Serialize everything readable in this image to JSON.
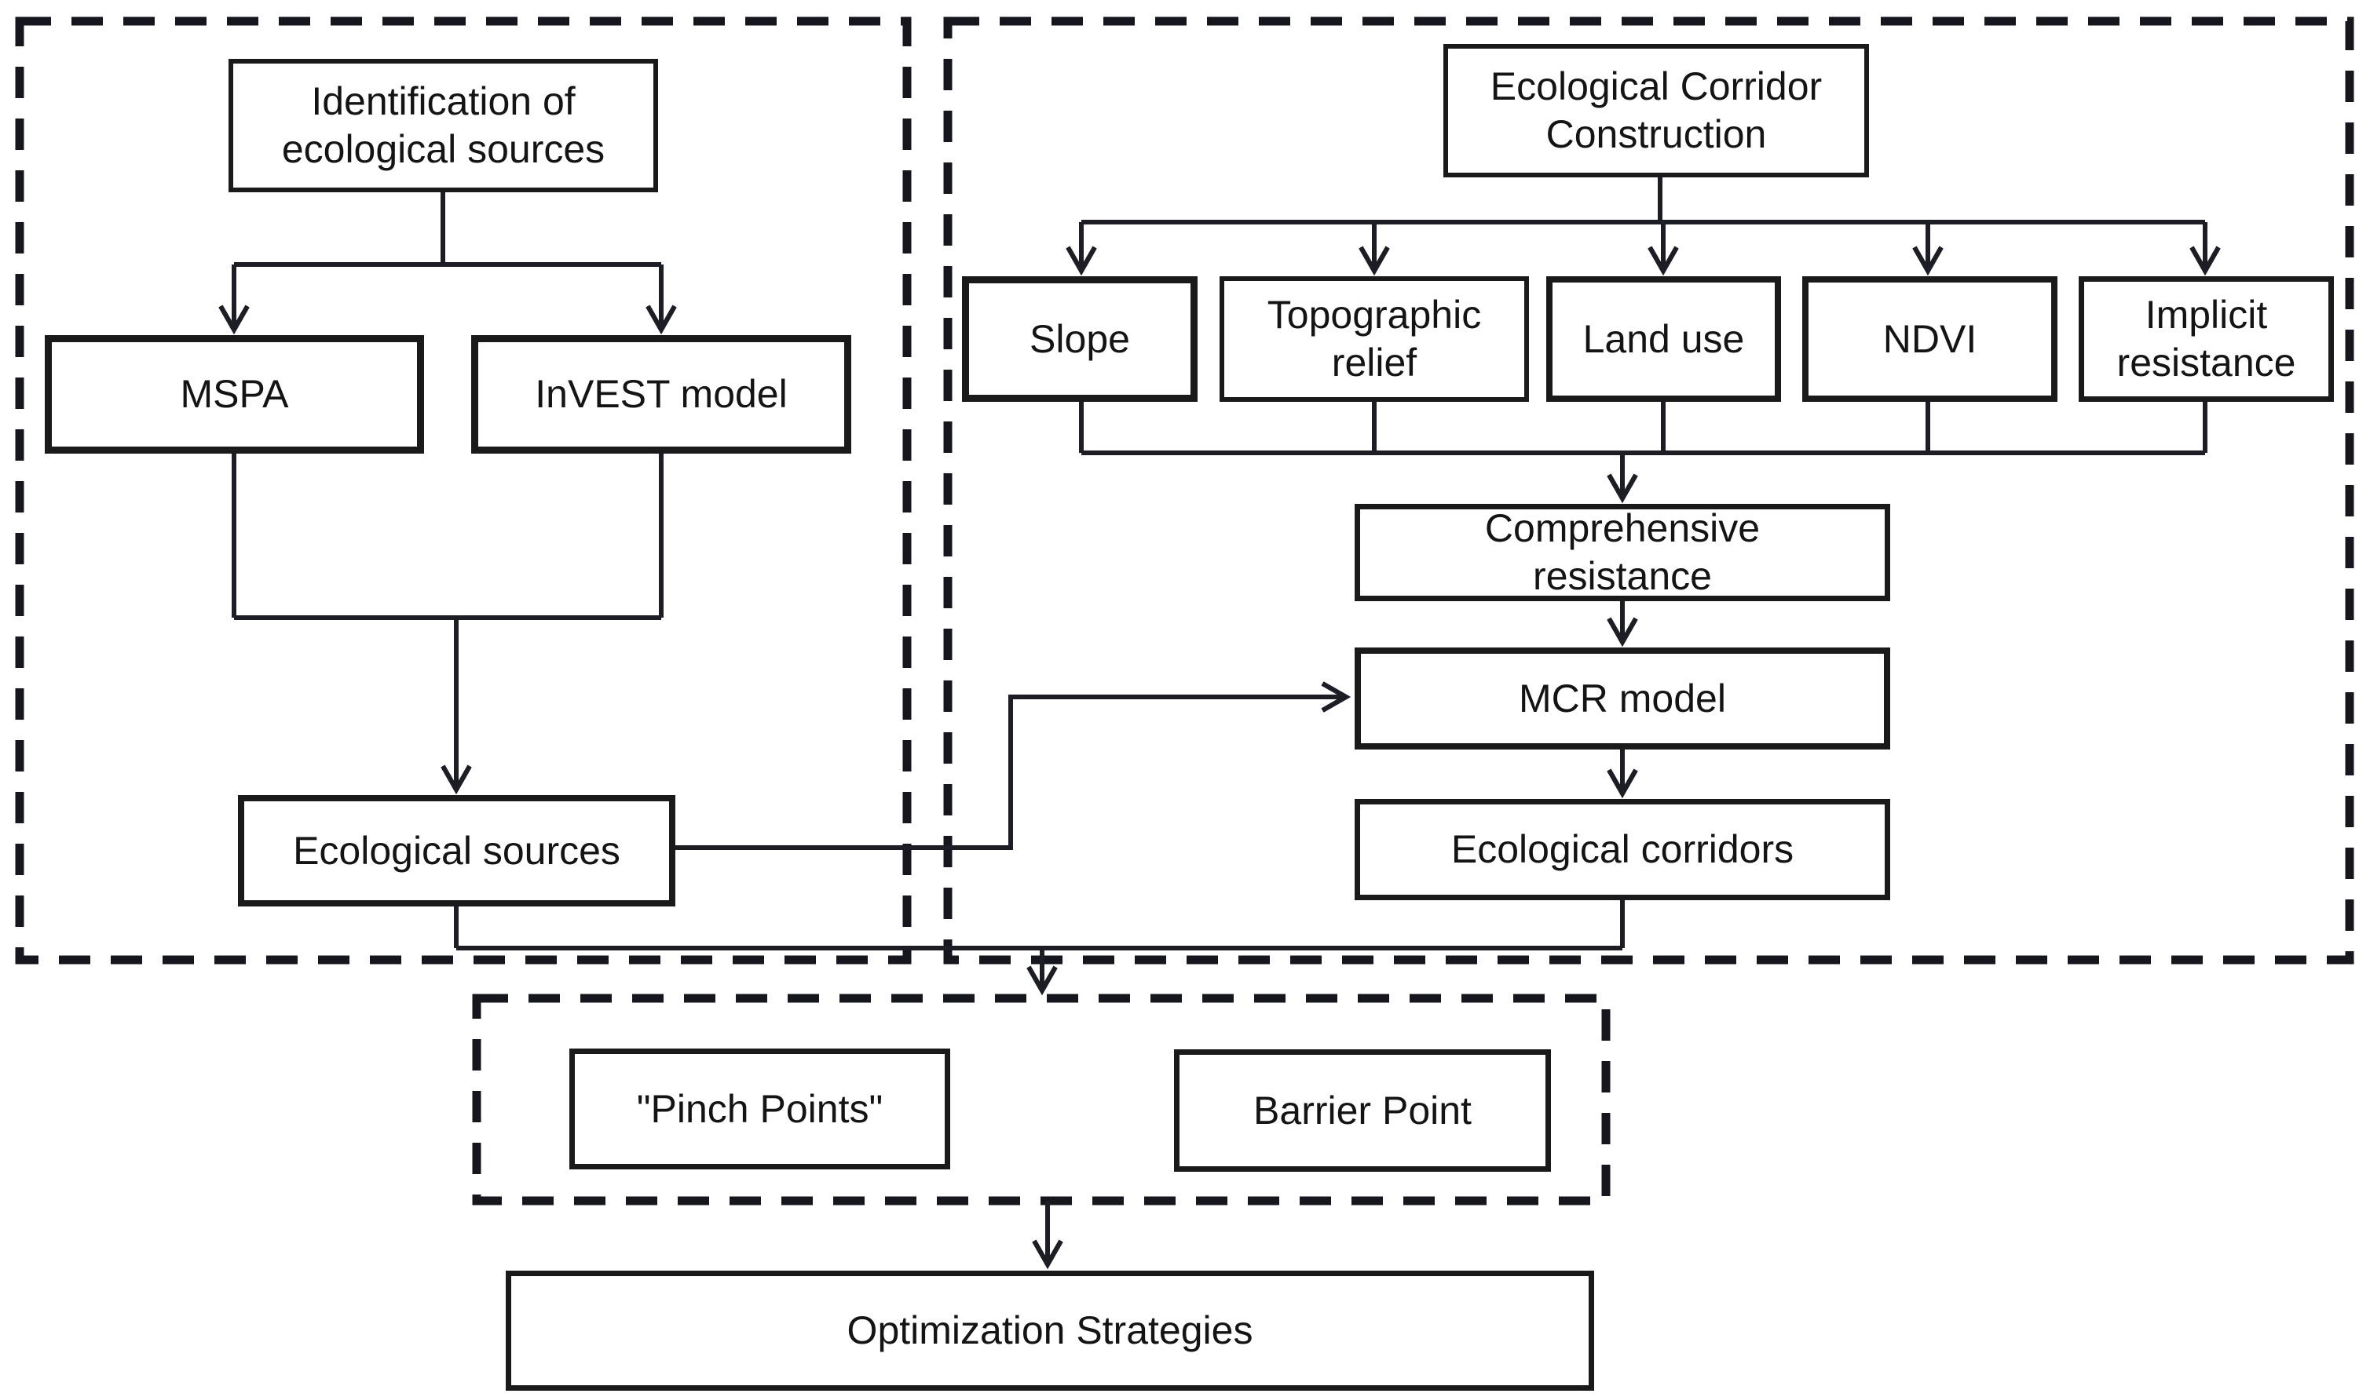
{
  "colors": {
    "ink": "#141414",
    "line": "#1d1d26",
    "dashed_border": "#16161f",
    "paper": "#ffffff"
  },
  "nodes": {
    "identification": {
      "label": "Identification of\necological sources"
    },
    "mspa": {
      "label": "MSPA"
    },
    "invest_model": {
      "label": "InVEST model"
    },
    "ecological_sources": {
      "label": "Ecological sources"
    },
    "corridor_construction": {
      "label": "Ecological Corridor\nConstruction"
    },
    "slope": {
      "label": "Slope"
    },
    "topographic_relief": {
      "label": "Topographic\nrelief"
    },
    "land_use": {
      "label": "Land use"
    },
    "ndvi": {
      "label": "NDVI"
    },
    "implicit_resistance": {
      "label": "Implicit\nresistance"
    },
    "comprehensive_resistance": {
      "label": "Comprehensive\nresistance"
    },
    "mcr_model": {
      "label": "MCR model"
    },
    "ecological_corridors": {
      "label": "Ecological corridors"
    },
    "pinch_points": {
      "label": "\"Pinch Points\""
    },
    "barrier_point": {
      "label": "Barrier Point"
    },
    "optimization_strategies": {
      "label": "Optimization Strategies"
    }
  }
}
